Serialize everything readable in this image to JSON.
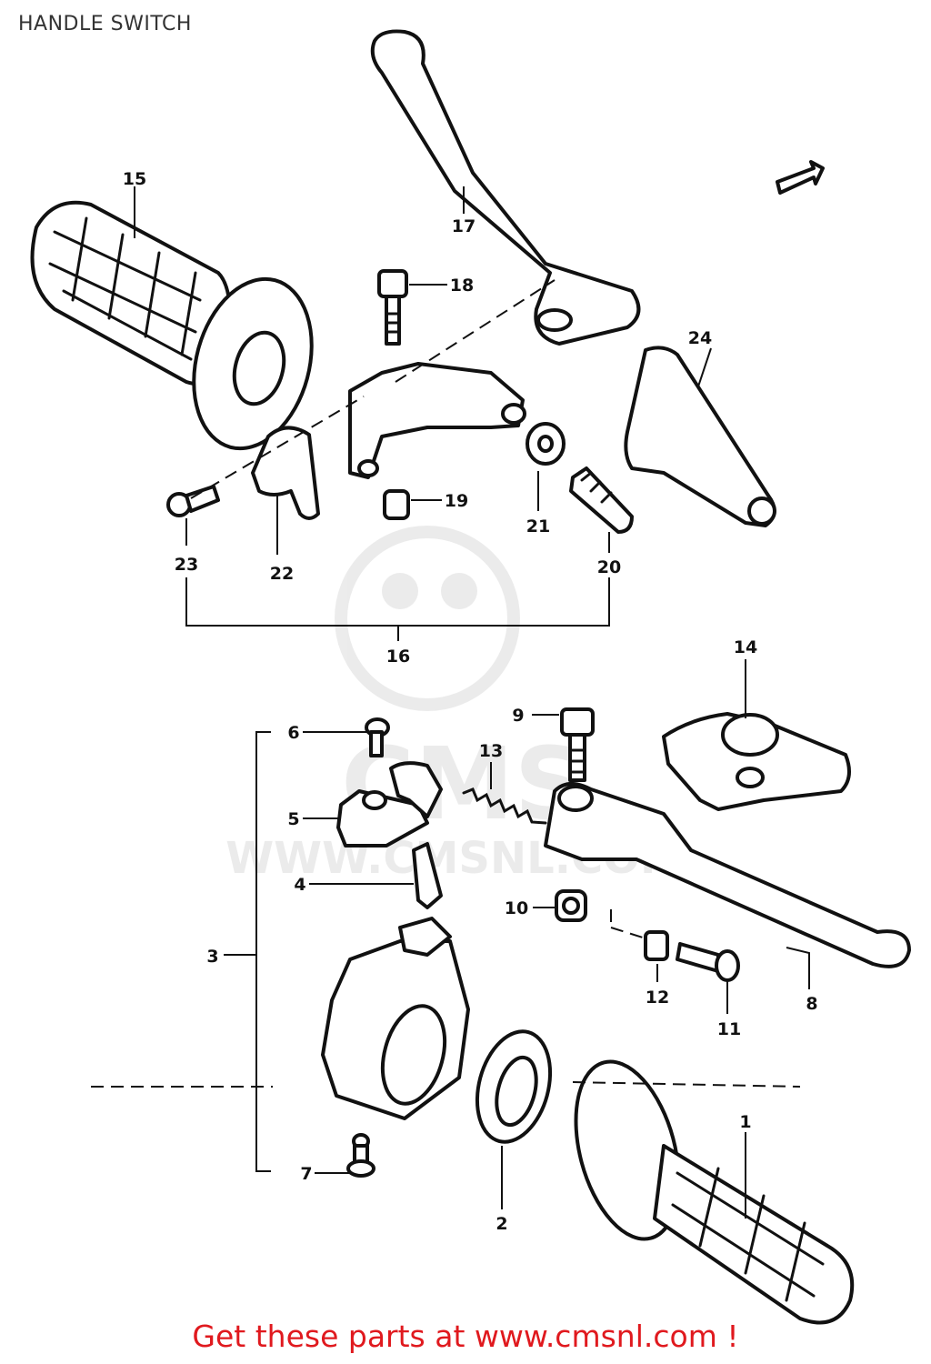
{
  "page": {
    "title": "HANDLE SWITCH"
  },
  "footer": {
    "text": "Get these parts at www.cmsnl.com !"
  },
  "watermark": {
    "brand": "CMS",
    "url": "WWW.CMSNL.COM"
  },
  "colors": {
    "footer": "#e0191e",
    "ink": "#111111",
    "watermark": "#c8c8c8"
  },
  "callouts": [
    {
      "id": "1",
      "label": "1"
    },
    {
      "id": "2",
      "label": "2"
    },
    {
      "id": "3",
      "label": "3"
    },
    {
      "id": "4",
      "label": "4"
    },
    {
      "id": "5",
      "label": "5"
    },
    {
      "id": "6",
      "label": "6"
    },
    {
      "id": "7",
      "label": "7"
    },
    {
      "id": "8",
      "label": "8"
    },
    {
      "id": "9",
      "label": "9"
    },
    {
      "id": "10",
      "label": "10"
    },
    {
      "id": "11",
      "label": "11"
    },
    {
      "id": "12",
      "label": "12"
    },
    {
      "id": "13",
      "label": "13"
    },
    {
      "id": "14",
      "label": "14"
    },
    {
      "id": "15",
      "label": "15"
    },
    {
      "id": "16",
      "label": "16"
    },
    {
      "id": "17",
      "label": "17"
    },
    {
      "id": "18",
      "label": "18"
    },
    {
      "id": "19",
      "label": "19"
    },
    {
      "id": "20",
      "label": "20"
    },
    {
      "id": "21",
      "label": "21"
    },
    {
      "id": "22",
      "label": "22"
    },
    {
      "id": "23",
      "label": "23"
    },
    {
      "id": "24",
      "label": "24"
    }
  ]
}
